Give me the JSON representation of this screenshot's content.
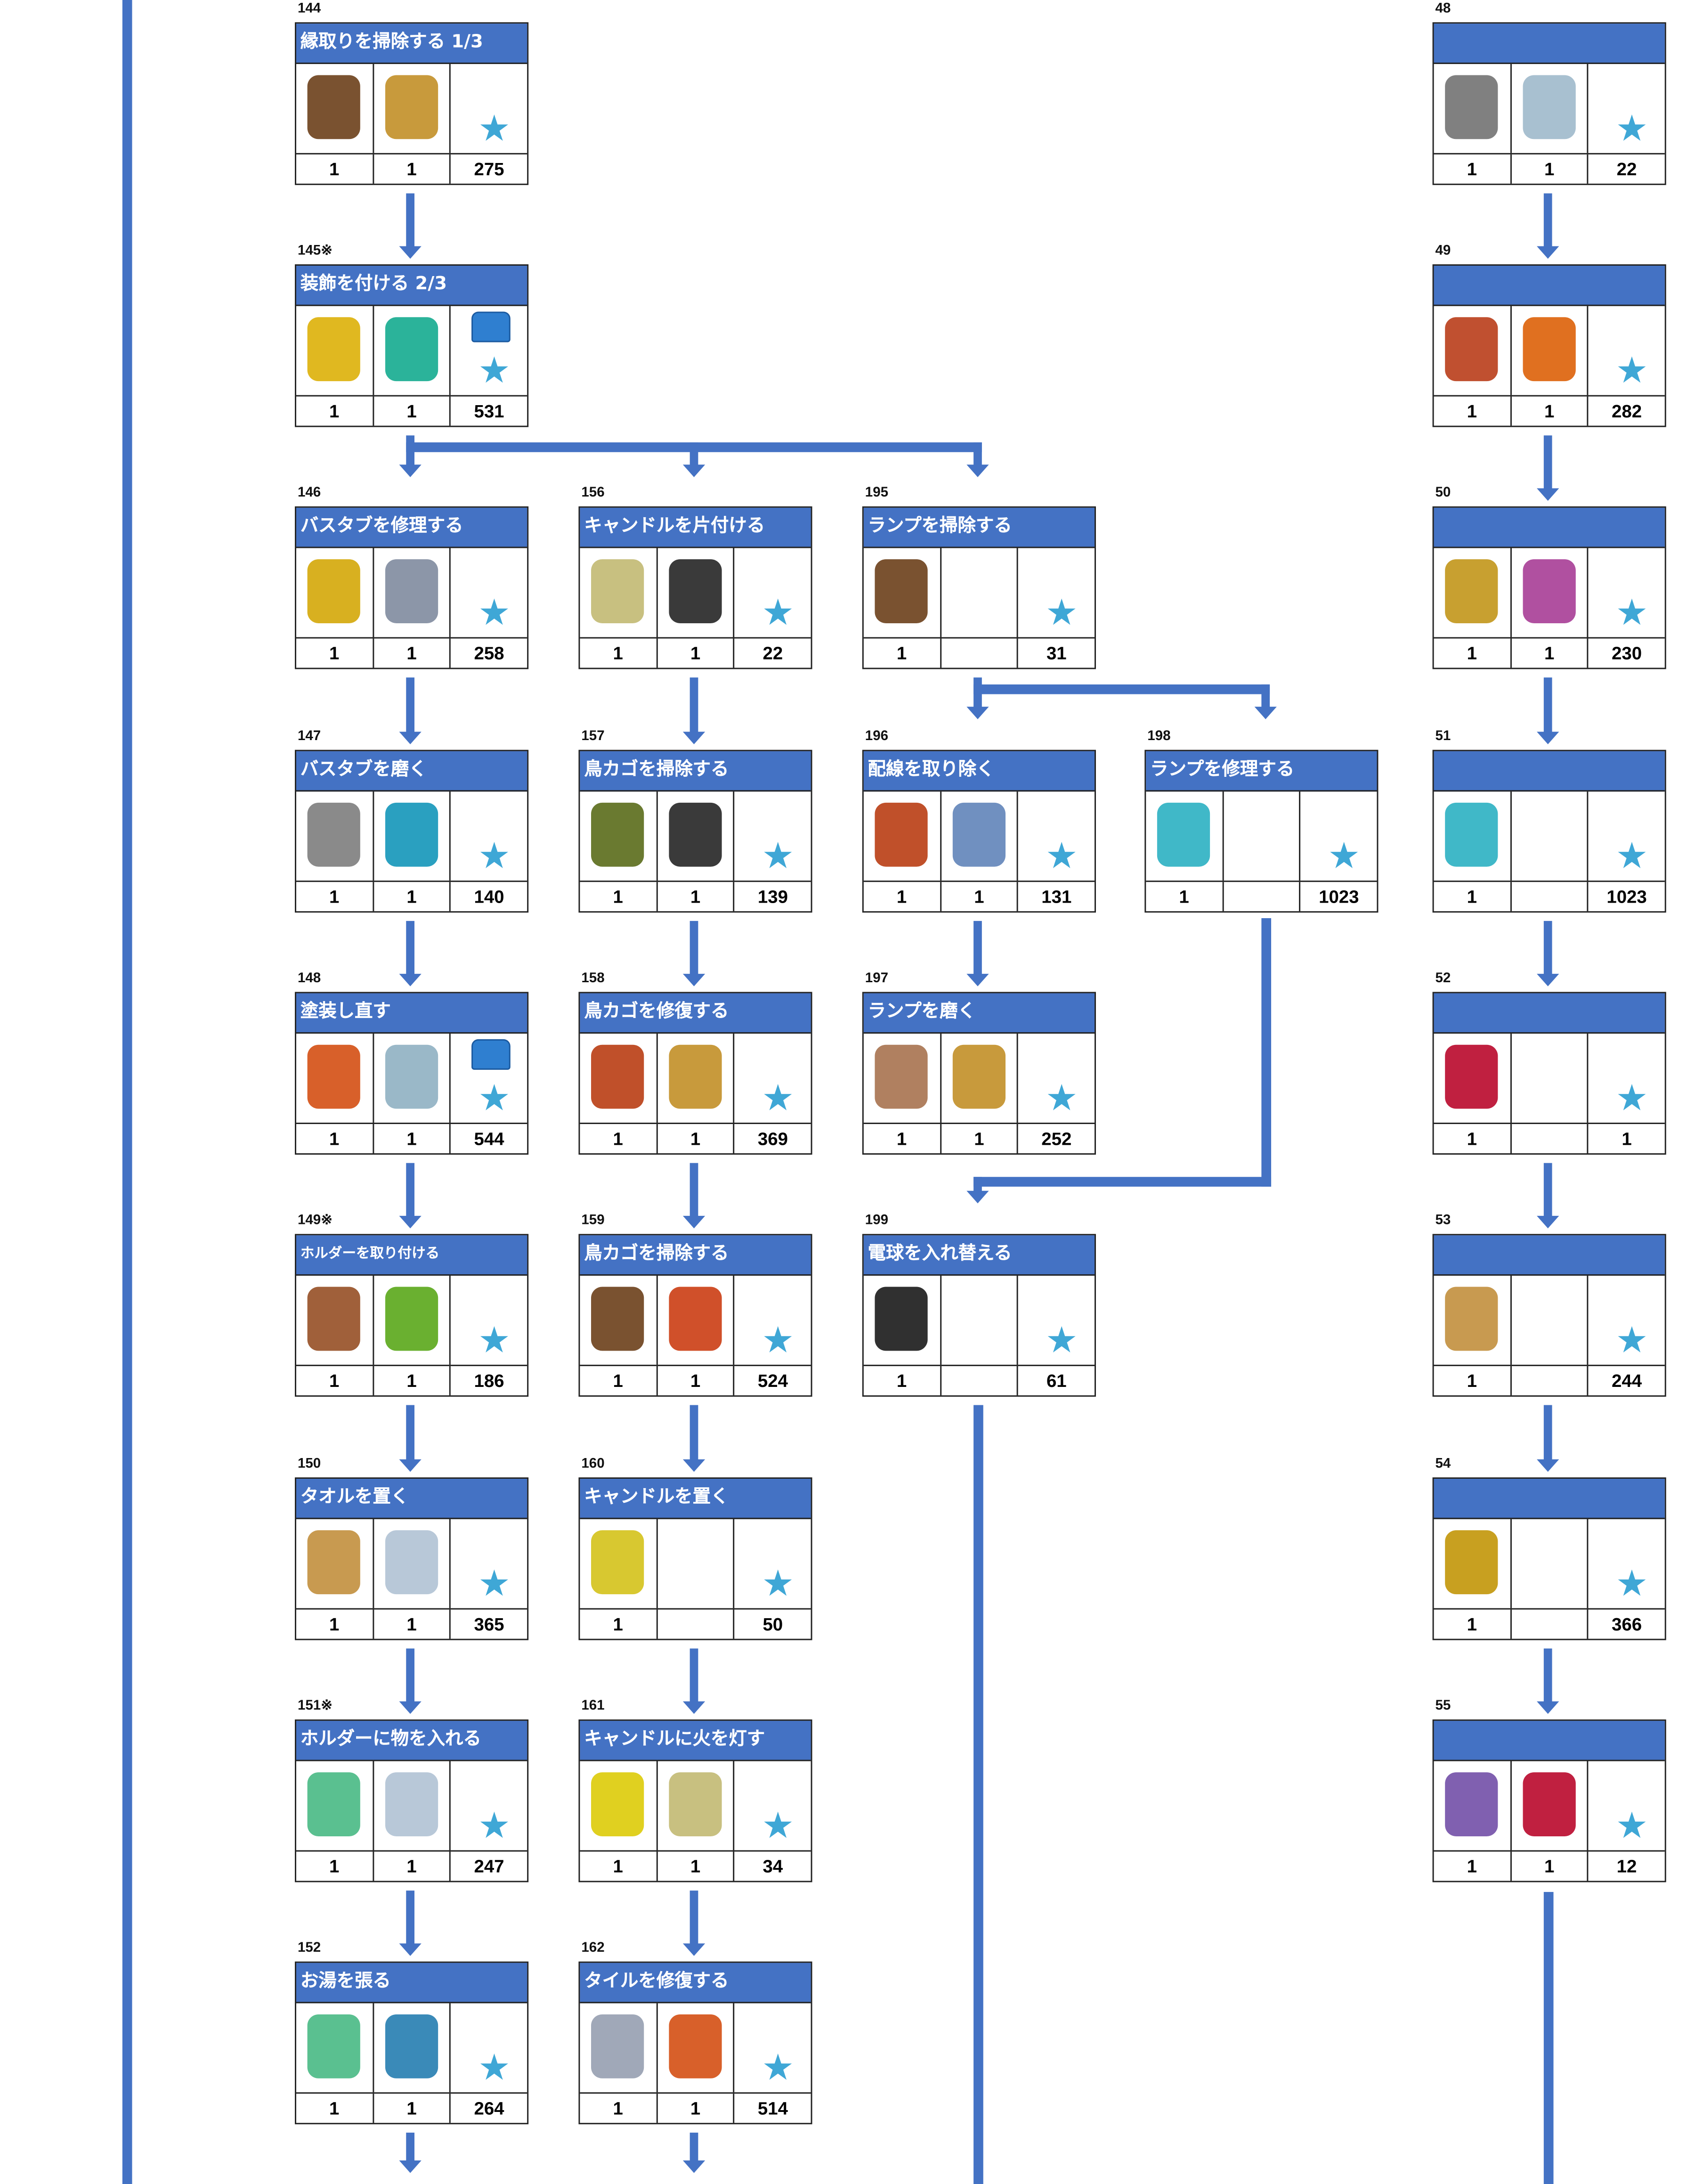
{
  "colors": {
    "accent": "#4472c4",
    "star": "#3fa7d6"
  },
  "cards": [
    {
      "id": "144",
      "title": "縁取りを掃除する 1/3",
      "items": [
        "duster",
        "wax-tin"
      ],
      "reward": [
        "star"
      ],
      "values": [
        "1",
        "1",
        "275"
      ]
    },
    {
      "id": "145※",
      "title": "装飾を付ける 2/3",
      "items": [
        "ladder",
        "medal"
      ],
      "reward": [
        "chest",
        "star"
      ],
      "values": [
        "1",
        "1",
        "531"
      ]
    },
    {
      "id": "146",
      "title": "バスタブを修理する",
      "items": [
        "hacksaw",
        "chain-glove"
      ],
      "reward": [
        "star"
      ],
      "values": [
        "1",
        "1",
        "258"
      ]
    },
    {
      "id": "147",
      "title": "バスタブを磨く",
      "items": [
        "squeegee",
        "hose"
      ],
      "reward": [
        "star"
      ],
      "values": [
        "1",
        "1",
        "140"
      ]
    },
    {
      "id": "148",
      "title": "塗装し直す",
      "items": [
        "brush-bucket",
        "paint-can"
      ],
      "reward": [
        "chest",
        "star"
      ],
      "values": [
        "1",
        "1",
        "544"
      ]
    },
    {
      "id": "149※",
      "title": "ホルダーを取り付ける",
      "small": true,
      "items": [
        "logs",
        "saw"
      ],
      "reward": [
        "star"
      ],
      "values": [
        "1",
        "1",
        "186"
      ]
    },
    {
      "id": "150",
      "title": "タオルを置く",
      "items": [
        "fabric-basket",
        "bottle"
      ],
      "reward": [
        "star"
      ],
      "values": [
        "1",
        "1",
        "365"
      ]
    },
    {
      "id": "151※",
      "title": "ホルダーに物を入れる",
      "items": [
        "perfume",
        "bottle"
      ],
      "reward": [
        "star"
      ],
      "values": [
        "1",
        "1",
        "247"
      ]
    },
    {
      "id": "152",
      "title": "お湯を張る",
      "items": [
        "perfume",
        "hose-reel"
      ],
      "reward": [
        "star"
      ],
      "values": [
        "1",
        "1",
        "264"
      ]
    },
    {
      "id": "156",
      "title": "キャンドルを片付ける",
      "items": [
        "gloves",
        "clamp"
      ],
      "reward": [
        "star"
      ],
      "values": [
        "1",
        "1",
        "22"
      ]
    },
    {
      "id": "157",
      "title": "鳥カゴを掃除する",
      "items": [
        "shovel",
        "clamp"
      ],
      "reward": [
        "star"
      ],
      "values": [
        "1",
        "1",
        "139"
      ]
    },
    {
      "id": "158",
      "title": "鳥カゴを修復する",
      "items": [
        "pliers",
        "wax-tin"
      ],
      "reward": [
        "star"
      ],
      "values": [
        "1",
        "1",
        "369"
      ]
    },
    {
      "id": "159",
      "title": "鳥カゴを掃除する",
      "items": [
        "duster",
        "oil-can"
      ],
      "reward": [
        "star"
      ],
      "values": [
        "1",
        "1",
        "524"
      ]
    },
    {
      "id": "160",
      "title": "キャンドルを置く",
      "items": [
        "candle-jar"
      ],
      "reward": [
        "star"
      ],
      "values": [
        "1",
        "",
        "50"
      ]
    },
    {
      "id": "161",
      "title": "キャンドルに火を灯す",
      "items": [
        "pocket-knife",
        "gloves"
      ],
      "reward": [
        "star"
      ],
      "values": [
        "1",
        "1",
        "34"
      ]
    },
    {
      "id": "162",
      "title": "タイルを修復する",
      "items": [
        "tiles",
        "brush-bucket"
      ],
      "reward": [
        "star"
      ],
      "values": [
        "1",
        "1",
        "514"
      ]
    },
    {
      "id": "195",
      "title": "ランプを掃除する",
      "items": [
        "duster"
      ],
      "reward": [
        "star"
      ],
      "values": [
        "1",
        "",
        "31"
      ]
    },
    {
      "id": "196",
      "title": "配線を取り除く",
      "items": [
        "pliers",
        "bolts"
      ],
      "reward": [
        "star"
      ],
      "values": [
        "1",
        "1",
        "131"
      ]
    },
    {
      "id": "197",
      "title": "ランプを磨く",
      "items": [
        "scrub-brush",
        "wax-tin"
      ],
      "reward": [
        "star"
      ],
      "values": [
        "1",
        "1",
        "252"
      ]
    },
    {
      "id": "199",
      "title": "電球を入れ替える",
      "items": [
        "lantern"
      ],
      "reward": [
        "star"
      ],
      "values": [
        "1",
        "",
        "61"
      ]
    },
    {
      "id": "198",
      "title": "ランプを修理する",
      "items": [
        "sewing-machine"
      ],
      "reward": [
        "star"
      ],
      "values": [
        "1",
        "",
        "1023"
      ]
    },
    {
      "id": "48",
      "title": "",
      "items": [
        "nails",
        "tray"
      ],
      "reward": [
        "star"
      ],
      "values": [
        "1",
        "1",
        "22"
      ]
    },
    {
      "id": "49",
      "title": "",
      "items": [
        "hammer",
        "screwdriver"
      ],
      "reward": [
        "star"
      ],
      "values": [
        "1",
        "1",
        "282"
      ]
    },
    {
      "id": "50",
      "title": "",
      "items": [
        "oil-lamp",
        "yarn"
      ],
      "reward": [
        "star"
      ],
      "values": [
        "1",
        "1",
        "230"
      ]
    },
    {
      "id": "51",
      "title": "",
      "items": [
        "sewing-machine"
      ],
      "reward": [
        "star"
      ],
      "values": [
        "1",
        "",
        "1023"
      ]
    },
    {
      "id": "52",
      "title": "",
      "items": [
        "sunglasses"
      ],
      "reward": [
        "star"
      ],
      "values": [
        "1",
        "",
        "1"
      ]
    },
    {
      "id": "53",
      "title": "",
      "items": [
        "fabric-basket"
      ],
      "reward": [
        "star"
      ],
      "values": [
        "1",
        "",
        "244"
      ]
    },
    {
      "id": "54",
      "title": "",
      "items": [
        "jewelry-box"
      ],
      "reward": [
        "star"
      ],
      "values": [
        "1",
        "",
        "366"
      ]
    },
    {
      "id": "55",
      "title": "",
      "items": [
        "lavender",
        "sunglasses"
      ],
      "reward": [
        "star"
      ],
      "values": [
        "1",
        "1",
        "12"
      ]
    }
  ]
}
